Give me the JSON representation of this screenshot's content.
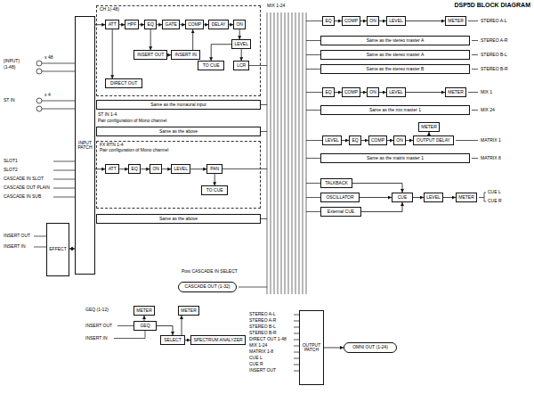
{
  "diagram": {
    "title": "DSP5D BLOCK DIAGRAM",
    "nodes": [
      {
        "text": [
          "CH 1(-48)"
        ]
      },
      {
        "text": [
          "ATT"
        ],
        "in": 0
      },
      {
        "text": [
          "HPF"
        ],
        "in": 0
      },
      {
        "text": [
          "EQ"
        ],
        "in": 0
      },
      {
        "text": [
          "GATE"
        ],
        "in": 0
      },
      {
        "text": [
          "COMP"
        ],
        "in": 0
      },
      {
        "text": [
          "DELAY"
        ],
        "in": 0
      },
      {
        "text": [
          "ON"
        ],
        "in": 0
      },
      {
        "text": [
          "LEVEL"
        ],
        "in": 0
      },
      {
        "text": [
          "LCR"
        ],
        "in": 0
      },
      {
        "text": [
          "TO CUE"
        ],
        "in": 0
      },
      {
        "text": [
          "DIRECT OUT"
        ],
        "in": 0
      },
      {
        "text": [
          "INSERT OUT"
        ],
        "in": 0
      },
      {
        "text": [
          "INSERT IN"
        ],
        "in": 0
      },
      {
        "text": [
          "Same as the monaural input"
        ]
      },
      {
        "text": [
          "Same as the above"
        ]
      },
      {
        "text": [
          "FX RTN 1-4",
          "Pair configuration of Mono channel"
        ]
      },
      {
        "text": [
          "ATT"
        ],
        "in": 16
      },
      {
        "text": [
          "EQ"
        ],
        "in": 16
      },
      {
        "text": [
          "ON"
        ],
        "in": 16
      },
      {
        "text": [
          "LEVEL"
        ],
        "in": 16
      },
      {
        "text": [
          "PAN"
        ],
        "in": 16
      },
      {
        "text": [
          "TO CUE"
        ],
        "in": 16
      },
      {
        "text": [
          "Same as the above"
        ]
      },
      {
        "text": [
          "INPUT PATCH"
        ]
      },
      {
        "text": [
          "EFFECT"
        ]
      },
      {
        "text": [
          "EQ"
        ]
      },
      {
        "text": [
          "COMP"
        ]
      },
      {
        "text": [
          "ON"
        ]
      },
      {
        "text": [
          "LEVEL"
        ]
      },
      {
        "text": [
          "METER"
        ]
      },
      {
        "text": [
          "Same as the stereo master A"
        ]
      },
      {
        "text": [
          "Same as the stereo master A"
        ]
      },
      {
        "text": [
          "Same as the stereo master B"
        ]
      },
      {
        "text": [
          "EQ"
        ]
      },
      {
        "text": [
          "COMP"
        ]
      },
      {
        "text": [
          "ON"
        ]
      },
      {
        "text": [
          "LEVEL"
        ]
      },
      {
        "text": [
          "METER"
        ]
      },
      {
        "text": [
          "Same as the mix master 1"
        ]
      },
      {
        "text": [
          "LEVEL"
        ]
      },
      {
        "text": [
          "EQ"
        ]
      },
      {
        "text": [
          "COMP"
        ]
      },
      {
        "text": [
          "ON"
        ]
      },
      {
        "text": [
          "OUTPUT DELAY"
        ]
      },
      {
        "text": [
          "METER"
        ]
      },
      {
        "text": [
          "Same as the matrix master 1"
        ]
      },
      {
        "text": [
          "TALKBACK"
        ]
      },
      {
        "text": [
          "OSCILLATOR"
        ]
      },
      {
        "text": [
          "External CUE"
        ]
      },
      {
        "text": [
          "CUE"
        ]
      },
      {
        "text": [
          "LEVEL"
        ]
      },
      {
        "text": [
          "METER"
        ]
      },
      {
        "text": [
          "CASCADE OUT (1-32)"
        ]
      },
      {
        "text": [
          "METER"
        ]
      },
      {
        "text": [
          "GEQ"
        ]
      },
      {
        "text": [
          "SELECT"
        ]
      },
      {
        "text": [
          "METER"
        ]
      },
      {
        "text": [
          "SPECTRUM ANALYZER"
        ]
      },
      {
        "text": [
          "OUTPUT PATCH"
        ]
      },
      {
        "text": [
          "OMNI OUT (1-24)"
        ]
      }
    ],
    "edges": [
      {
        "from": 24,
        "to": 1,
        "arrow": "to"
      },
      {
        "from": 1,
        "to": 2,
        "arrow": "to"
      },
      {
        "from": 2,
        "to": 3,
        "arrow": "to"
      },
      {
        "from": 3,
        "to": 4,
        "arrow": "to"
      },
      {
        "from": 4,
        "to": 5,
        "arrow": "to"
      },
      {
        "from": 5,
        "to": 6,
        "arrow": "to"
      },
      {
        "from": 6,
        "to": 7,
        "arrow": "to"
      },
      {
        "from": 7,
        "to": 8,
        "arrow": "to"
      },
      {
        "from": 8,
        "to": 9,
        "arrow": "to"
      },
      {
        "from": 8,
        "to": 10,
        "arrow": "to"
      },
      {
        "from": 3,
        "to": 12,
        "arrow": "to"
      },
      {
        "from": 12,
        "to": 13,
        "arrow": "to"
      },
      {
        "from": 13,
        "to": 5,
        "arrow": "to"
      },
      {
        "from": 1,
        "to": 11,
        "arrow": "to"
      },
      {
        "from": 24,
        "to": 17,
        "arrow": "to"
      },
      {
        "from": 17,
        "to": 18,
        "arrow": "to"
      },
      {
        "from": 18,
        "to": 19,
        "arrow": "to"
      },
      {
        "from": 19,
        "to": 20,
        "arrow": "to"
      },
      {
        "from": 20,
        "to": 21,
        "arrow": "to"
      },
      {
        "from": 21,
        "to": 22,
        "arrow": "to"
      },
      {
        "from": 25,
        "to": 24,
        "arrow": "both"
      },
      {
        "from": 26,
        "to": 27,
        "arrow": "to"
      },
      {
        "from": 27,
        "to": 28,
        "arrow": "to"
      },
      {
        "from": 28,
        "to": 29,
        "arrow": "to"
      },
      {
        "from": 29,
        "to": 30,
        "arrow": "to"
      },
      {
        "from": 34,
        "to": 35,
        "arrow": "to"
      },
      {
        "from": 35,
        "to": 36,
        "arrow": "to"
      },
      {
        "from": 36,
        "to": 37,
        "arrow": "to"
      },
      {
        "from": 37,
        "to": 38,
        "arrow": "to"
      },
      {
        "from": 40,
        "to": 41,
        "arrow": "to"
      },
      {
        "from": 41,
        "to": 42,
        "arrow": "to"
      },
      {
        "from": 42,
        "to": 43,
        "arrow": "to"
      },
      {
        "from": 43,
        "to": 44,
        "arrow": "to"
      },
      {
        "from": 44,
        "to": 45,
        "arrow": "to"
      },
      {
        "from": 47,
        "to": 50,
        "arrow": "to"
      },
      {
        "from": 48,
        "to": 50,
        "arrow": "to"
      },
      {
        "from": 49,
        "to": 50,
        "arrow": "to"
      },
      {
        "from": 50,
        "to": 51,
        "arrow": "to"
      },
      {
        "from": 51,
        "to": 52,
        "arrow": "to"
      },
      {
        "from": 55,
        "to": 54,
        "arrow": "to"
      },
      {
        "from": 55,
        "to": 56,
        "arrow": "to"
      },
      {
        "from": 56,
        "to": 57,
        "arrow": "to"
      },
      {
        "from": 56,
        "to": 58,
        "arrow": "to"
      },
      {
        "from": 59,
        "to": 60,
        "arrow": "to"
      }
    ],
    "labels": [
      "[INPUT]",
      "(1-48)",
      "x 48",
      "ST IN",
      "x 4",
      "SLOT1",
      "SLOT2",
      "CASCADE IN SLOT",
      "CASCADE OUT PLAIN",
      "CASCADE IN SUB",
      "INSERT OUT",
      "INSERT IN",
      "ST IN 1-4",
      "Pair configuration of Mono channel",
      "MIX 1-24",
      "STEREO A-L",
      "STEREO A-R",
      "STEREO B-L",
      "STEREO B-R",
      "MIX 1",
      "MIX 24",
      "MATRIX 1",
      "MATRIX 8",
      "CUE L",
      "CUE R",
      "Post CASCADE IN SELECT",
      "GEQ (1-12)",
      "INSERT OUT",
      "INSERT IN",
      "STEREO A-L",
      "STEREO A-R",
      "STEREO B-L",
      "STEREO B-R",
      "DIRECT OUT 1-48",
      "MIX 1-24",
      "MATRIX 1-8",
      "CUE L",
      "CUE R",
      "INSERT OUT"
    ]
  }
}
